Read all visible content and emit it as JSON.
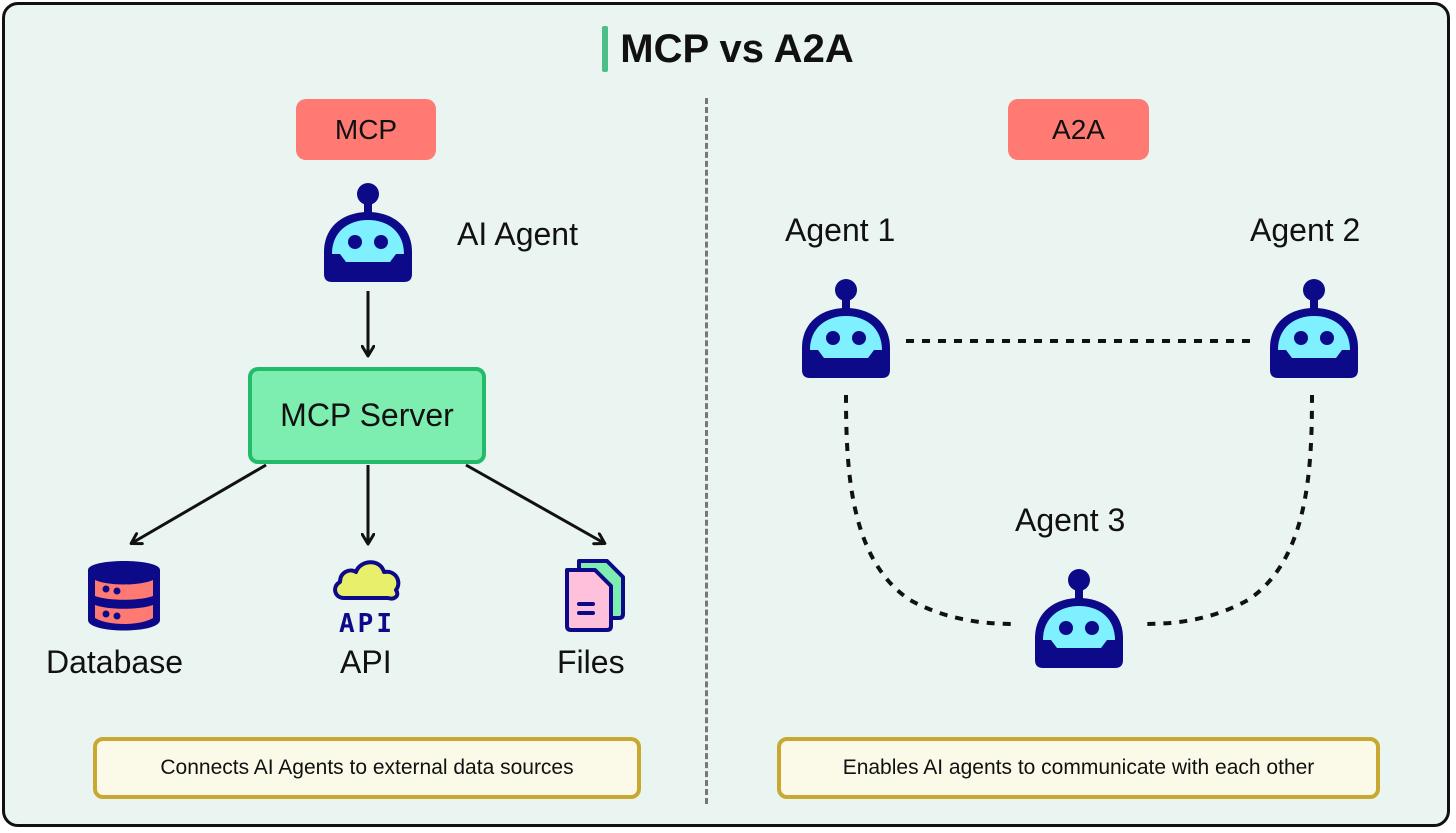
{
  "title": "MCP vs A2A",
  "colors": {
    "background": "#eaf4f0",
    "accent_bar": "#4cbf86",
    "badge": "#ff7a72",
    "server_fill": "#7eedb0",
    "server_border": "#22bb6a",
    "note_fill": "#fbfae9",
    "note_border": "#c8a830",
    "robot_body": "#0d0a8a",
    "robot_face": "#7ef0ff"
  },
  "mcp": {
    "badge": "MCP",
    "agent_label": "AI Agent",
    "agent_icon": "robot-icon",
    "server_label": "MCP Server",
    "targets": [
      {
        "label": "Database",
        "icon": "database-icon"
      },
      {
        "label": "API",
        "icon": "api-cloud-icon"
      },
      {
        "label": "Files",
        "icon": "files-icon"
      }
    ],
    "note": "Connects AI Agents to external data sources"
  },
  "a2a": {
    "badge": "A2A",
    "agents": [
      {
        "label": "Agent 1",
        "icon": "robot-icon"
      },
      {
        "label": "Agent 2",
        "icon": "robot-icon"
      },
      {
        "label": "Agent 3",
        "icon": "robot-icon"
      }
    ],
    "note": "Enables AI agents to communicate with each other"
  }
}
